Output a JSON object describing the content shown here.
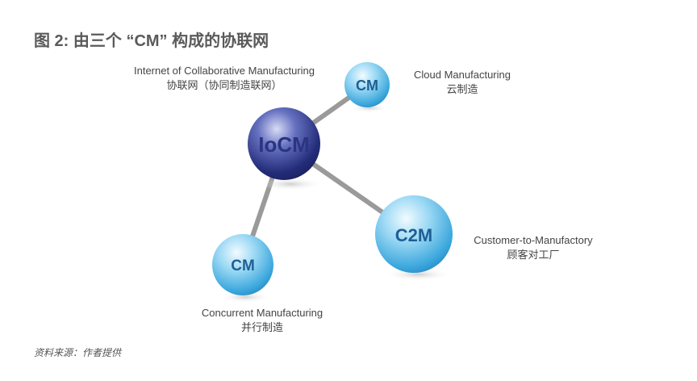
{
  "title": "图 2: 由三个 “CM” 构成的协联网",
  "nodes": {
    "center": {
      "label": "IoCM",
      "name_en": "Internet of Collaborative Manufacturing",
      "name_zh": "协联网（协同制造联网）"
    },
    "cloud": {
      "label": "CM",
      "name_en": "Cloud Manufacturing",
      "name_zh": "云制造"
    },
    "c2m": {
      "label": "C2M",
      "name_en": "Customer-to-Manufactory",
      "name_zh": "顾客对工厂"
    },
    "concurrent": {
      "label": "CM",
      "name_en": "Concurrent Manufacturing",
      "name_zh": "并行制造"
    }
  },
  "colors": {
    "center": "#2e3a8c",
    "satellite": "#3aa6dc",
    "link": "#9a9a9a"
  },
  "source": "资料来源：作者提供"
}
